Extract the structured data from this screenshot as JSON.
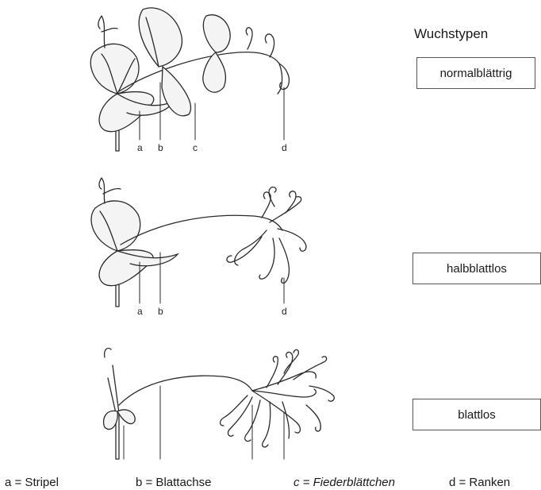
{
  "heading": "Wuchstypen",
  "types": [
    {
      "label": "normalblättrig"
    },
    {
      "label": "halbblattlos"
    },
    {
      "label": "blattlos"
    }
  ],
  "letters": {
    "a": "a",
    "b": "b",
    "c": "c",
    "d": "d"
  },
  "legend": [
    {
      "text": "a = Stripel"
    },
    {
      "text": "b = Blattachse"
    },
    {
      "text": "c = Fiederblättchen"
    },
    {
      "text": "d = Ranken"
    }
  ],
  "colors": {
    "line": "#2a2a2a",
    "leaf_fill": "#f4f4f4",
    "box_border": "#555555"
  }
}
